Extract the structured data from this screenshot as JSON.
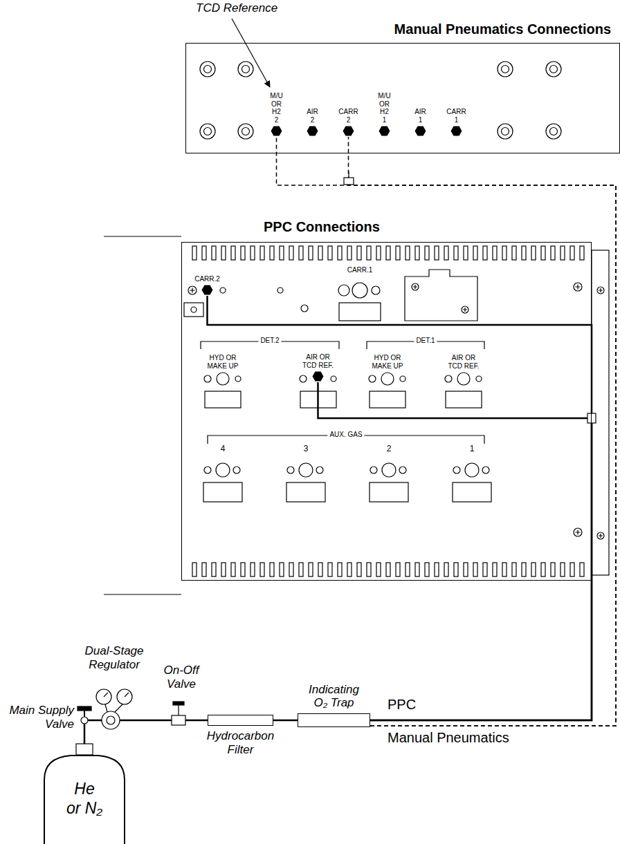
{
  "diagram": {
    "nodes": [
      {
        "text": [
          "Manual Pneumatics Connections"
        ]
      },
      {
        "text": [
          "M/U OR H2 2"
        ],
        "in": 0
      },
      {
        "text": [
          "AIR 2"
        ],
        "in": 0
      },
      {
        "text": [
          "CARR 2"
        ],
        "in": 0
      },
      {
        "text": [
          "M/U OR H2 1"
        ],
        "in": 0
      },
      {
        "text": [
          "AIR 1"
        ],
        "in": 0
      },
      {
        "text": [
          "CARR 1"
        ],
        "in": 0
      },
      {
        "text": [
          "PPC Connections"
        ]
      },
      {
        "text": [
          "CARR.2"
        ],
        "in": 7
      },
      {
        "text": [
          "AIR OR TCD REF."
        ],
        "in": 7
      },
      {
        "text": [
          "He or N₂"
        ]
      },
      {
        "text": [
          "Hydrocarbon Filter"
        ]
      },
      {
        "text": [
          "Indicating O₂ Trap"
        ]
      }
    ],
    "edges": [
      {
        "from": 10,
        "to": 11,
        "arrow": "none"
      },
      {
        "from": 11,
        "to": 12,
        "arrow": "none"
      },
      {
        "from": 12,
        "to": 8,
        "arrow": "none"
      },
      {
        "from": 12,
        "to": 9,
        "arrow": "none"
      },
      {
        "from": 12,
        "to": 1,
        "arrow": "none"
      },
      {
        "from": 12,
        "to": 3,
        "arrow": "none"
      }
    ],
    "labels": [
      "TCD Reference",
      "CARR.1",
      "DET.2",
      "HYD OR MAKE UP",
      "DET.1",
      "HYD OR MAKE UP",
      "AIR OR TCD REF.",
      "AUX. GAS",
      "4",
      "3",
      "2",
      "1",
      "Dual-Stage Regulator",
      "On-Off Valve",
      "Main Supply Valve",
      "PPC",
      "Manual Pneumatics"
    ]
  }
}
